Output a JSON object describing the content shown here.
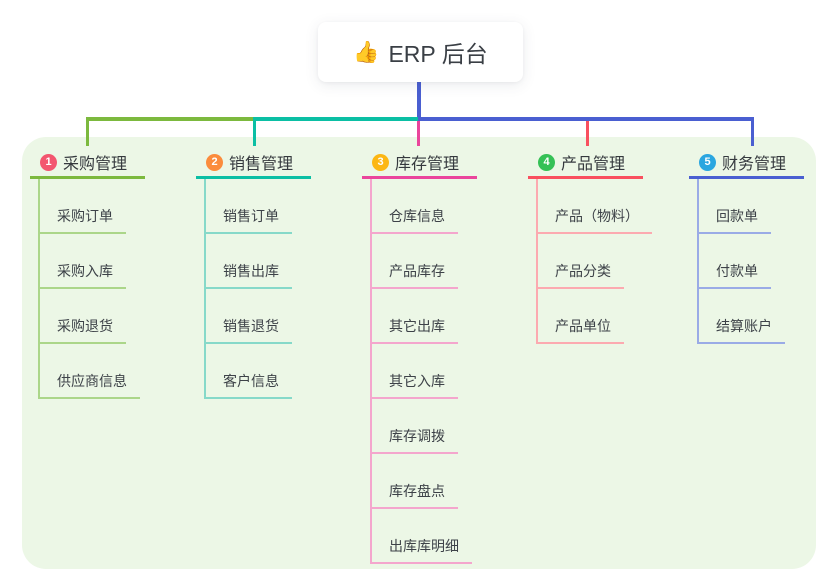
{
  "page": {
    "background": "#ffffff",
    "panel_color": "#ecf7e6"
  },
  "root": {
    "icon": "thumbs-up-icon",
    "icon_glyph": "👍",
    "label": "ERP 后台",
    "connector_color": "#4a5fd1"
  },
  "branches": [
    {
      "index": "1",
      "label": "采购管理",
      "badge_color": "#f3566f",
      "line_color": "#7cb93e",
      "line_color_light": "#abd689",
      "children": [
        "采购订单",
        "采购入库",
        "采购退货",
        "供应商信息"
      ]
    },
    {
      "index": "2",
      "label": "销售管理",
      "badge_color": "#fb8c3c",
      "line_color": "#0bbfa4",
      "line_color_light": "#86d9c9",
      "children": [
        "销售订单",
        "销售出库",
        "销售退货",
        "客户信息"
      ]
    },
    {
      "index": "3",
      "label": "库存管理",
      "badge_color": "#fcb713",
      "line_color": "#ea459c",
      "line_color_light": "#f4a6cd",
      "children": [
        "仓库信息",
        "产品库存",
        "其它出库",
        "其它入库",
        "库存调拨",
        "库存盘点",
        "出库库明细"
      ]
    },
    {
      "index": "4",
      "label": "产品管理",
      "badge_color": "#35c156",
      "line_color": "#f9505f",
      "line_color_light": "#fcaab0",
      "children": [
        "产品（物料）",
        "产品分类",
        "产品单位"
      ]
    },
    {
      "index": "5",
      "label": "财务管理",
      "badge_color": "#2aa6e0",
      "line_color": "#4a5fd1",
      "line_color_light": "#9aabe6",
      "children": [
        "回款单",
        "付款单",
        "结算账户"
      ]
    }
  ]
}
